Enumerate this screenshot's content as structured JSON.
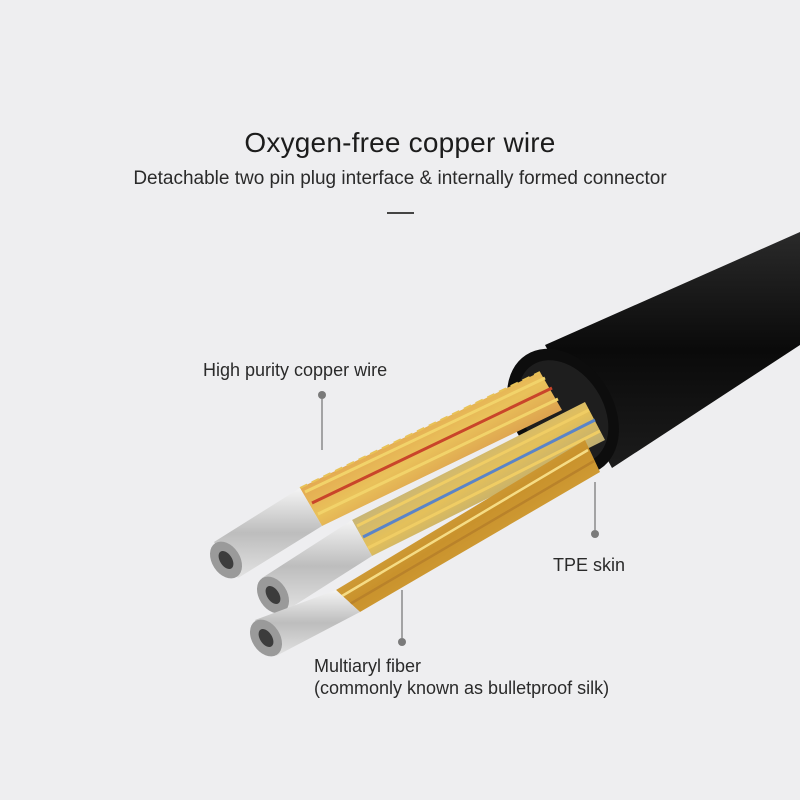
{
  "header": {
    "title": "Oxygen-free copper wire",
    "subtitle": "Detachable two pin plug interface & internally formed connector"
  },
  "callouts": {
    "copper": "High purity copper wire",
    "tpe": "TPE skin",
    "fiber_line1": "Multiaryl fiber",
    "fiber_line2": "(commonly known as bulletproof silk)"
  },
  "colors": {
    "background": "#eeeef0",
    "jacket": "#0c0c0c",
    "copper_red": "#c8502e",
    "gold": "#d9a93a",
    "blue": "#5b86c8",
    "silver": "#d8d8d8"
  }
}
